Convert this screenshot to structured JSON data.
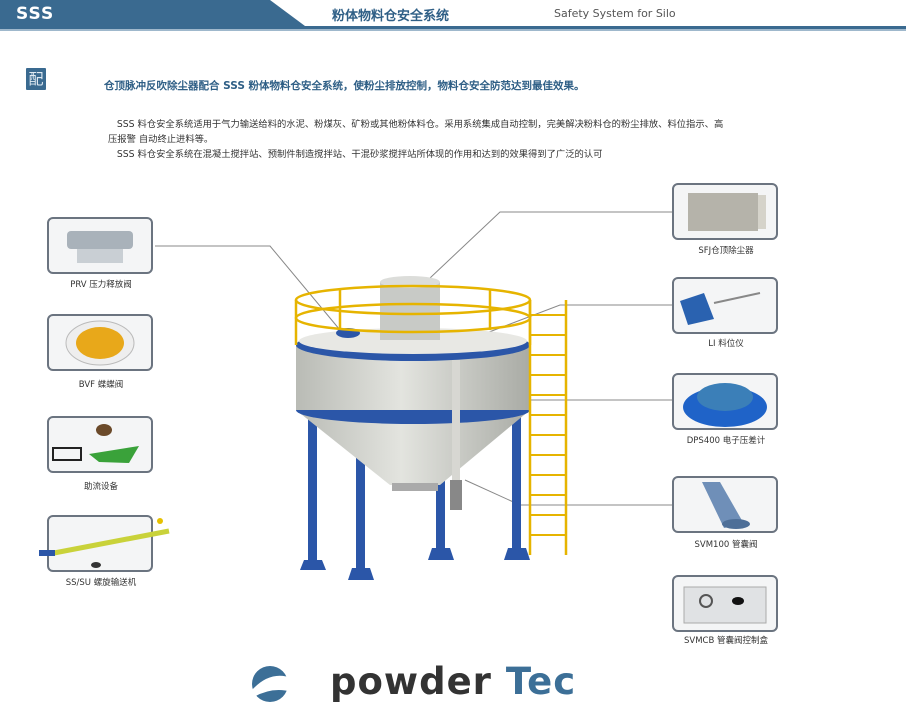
{
  "header": {
    "brand": "SSS",
    "title": "粉体物料仓安全系统",
    "subtitle": "Safety System for Silo",
    "color": "#3a6a90"
  },
  "section_icon": "配",
  "headline": "仓顶脉冲反吹除尘器配合 SSS 粉体物料仓安全系统，使粉尘排放控制，物料仓安全防范达到最佳效果。",
  "paragraphs": [
    "SSS 料仓安全系统适用于气力输送给料的水泥、粉煤灰、矿粉或其他粉体料仓。采用系统集成自动控制，完美解决粉料仓的粉尘排放、料位指示、高压报警 自动终止进料等。",
    "SSS 料仓安全系统在混凝土搅拌站、预制件制造搅拌站、干混砂浆搅拌站所体现的作用和达到的效果得到了广泛的认可"
  ],
  "left_components": [
    {
      "label": "PRV 压力释放阀"
    },
    {
      "label": "BVF 蝶蝶阀"
    },
    {
      "label": "助流设备"
    },
    {
      "label": "SS/SU 螺旋输送机"
    }
  ],
  "right_components": [
    {
      "label": "SFJ仓顶除尘器"
    },
    {
      "label": "LI 料位仪"
    },
    {
      "label": "DPS400 电子压差计"
    },
    {
      "label": "SVM100 管囊阀"
    },
    {
      "label": "SVMCB 管囊阀控制盒"
    }
  ],
  "logo": {
    "part1": "powder",
    "part2": "Tec"
  }
}
